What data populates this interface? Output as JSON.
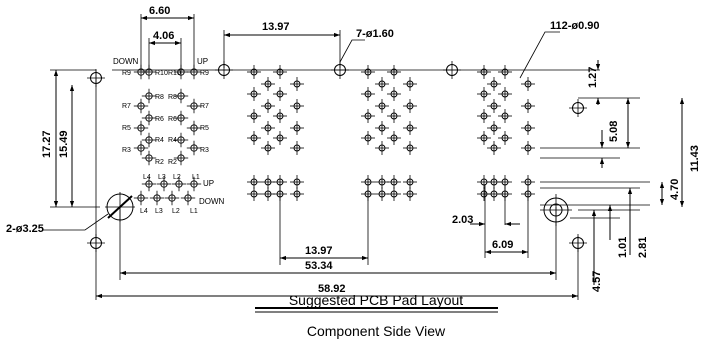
{
  "title": "Suggested PCB Pad Layout",
  "subtitle": "Component Side View",
  "dimensions": {
    "d_6_60": "6.60",
    "d_4_06": "4.06",
    "d_13_97_top": "13.97",
    "d_7_holes": "7-ø1.60",
    "d_112_holes": "112-ø0.90",
    "d_17_27": "17.27",
    "d_15_49": "15.49",
    "d_2_holes": "2-ø3.25",
    "d_13_97_bottom": "13.97",
    "d_53_34": "53.34",
    "d_58_92": "58.92",
    "d_2_03": "2.03",
    "d_6_09": "6.09",
    "d_1_27": "1.27",
    "d_5_08": "5.08",
    "d_11_43": "11.43",
    "d_4_70": "4.70",
    "d_1_01": "1.01",
    "d_2_81": "2.81",
    "d_4_57": "4.57"
  },
  "labels": {
    "down_top": "DOWN",
    "up_top": "UP",
    "up_led": "UP",
    "down_led": "DOWN",
    "r9_l": "R9",
    "r10_l": "R10",
    "r10_r": "R10",
    "r9_r": "R9",
    "r7_l": "R7",
    "r8_l": "R8",
    "r8_r": "R8",
    "r7_r": "R7",
    "r5_l": "R5",
    "r6_l": "R6",
    "r6_r": "R6",
    "r5_r": "R5",
    "r3_l": "R3",
    "r4_l": "R4",
    "r4_r": "R4",
    "r3_r": "R3",
    "r2_l": "R2",
    "r2_r": "R2",
    "l4_u": "L4",
    "l3_u": "L3",
    "l2_u": "L2",
    "l1_u": "L1",
    "l4_d": "L4",
    "l3_d": "L3",
    "l2_d": "L2",
    "l1_d": "L1"
  }
}
